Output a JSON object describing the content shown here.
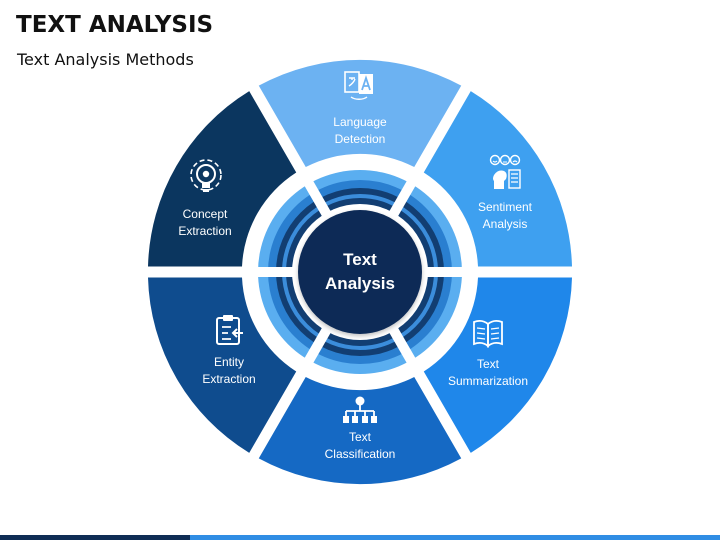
{
  "header": {
    "title": "TEXT ANALYSIS",
    "subtitle": "Text Analysis Methods"
  },
  "center": {
    "line1": "Text",
    "line2": "Analysis"
  },
  "segments": [
    {
      "id": "language-detection",
      "line1": "Language",
      "line2": "Detection",
      "color": "#6cb2f2",
      "icon": "translate-icon"
    },
    {
      "id": "sentiment-analysis",
      "line1": "Sentiment",
      "line2": "Analysis",
      "color": "#3ea0f0",
      "icon": "sentiment-face-icon"
    },
    {
      "id": "text-summarization",
      "line1": "Text",
      "line2": "Summarization",
      "color": "#1f87ea",
      "icon": "open-book-icon"
    },
    {
      "id": "text-classification",
      "line1": "Text",
      "line2": "Classification",
      "color": "#1569c4",
      "icon": "hierarchy-icon"
    },
    {
      "id": "entity-extraction",
      "line1": "Entity",
      "line2": "Extraction",
      "color": "#0f4c8e",
      "icon": "clipboard-icon"
    },
    {
      "id": "concept-extraction",
      "line1": "Concept",
      "line2": "Extraction",
      "color": "#0b365f",
      "icon": "lightbulb-gear-icon"
    }
  ],
  "colors": {
    "center_fill": "#0c2c57",
    "ring_light": "#5aaef0",
    "ring_mid": "#2a7fd0",
    "ring_dark": "#123e72",
    "bar_dark": "#0f2d55",
    "bar_light": "#2f8de4"
  }
}
